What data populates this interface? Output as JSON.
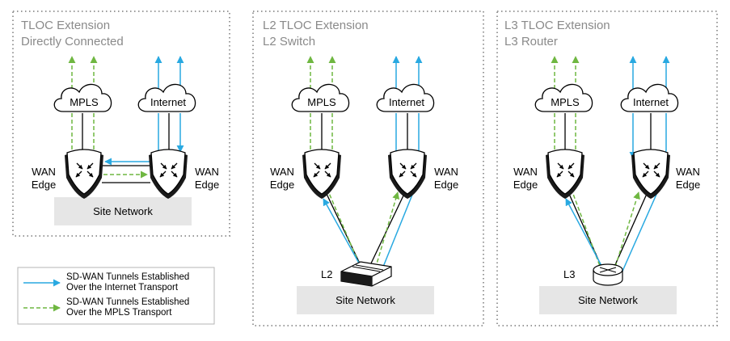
{
  "panels": [
    {
      "title_line1": "TLOC Extension",
      "title_line2": "Directly Connected",
      "cloud_left": "MPLS",
      "cloud_right": "Internet",
      "edge_left_1": "WAN",
      "edge_left_2": "Edge",
      "edge_right_1": "WAN",
      "edge_right_2": "Edge",
      "site": "Site Network"
    },
    {
      "title_line1": "L2 TLOC Extension",
      "title_line2": "L2 Switch",
      "cloud_left": "MPLS",
      "cloud_right": "Internet",
      "edge_left_1": "WAN",
      "edge_left_2": "Edge",
      "edge_right_1": "WAN",
      "edge_right_2": "Edge",
      "device_label": "L2",
      "site": "Site Network"
    },
    {
      "title_line1": "L3 TLOC Extension",
      "title_line2": "L3 Router",
      "cloud_left": "MPLS",
      "cloud_right": "Internet",
      "edge_left_1": "WAN",
      "edge_left_2": "Edge",
      "edge_right_1": "WAN",
      "edge_right_2": "Edge",
      "device_label": "L3",
      "site": "Site Network"
    }
  ],
  "legend": {
    "internet_line1": "SD-WAN Tunnels Established",
    "internet_line2": "Over the Internet Transport",
    "mpls_line1": "SD-WAN Tunnels Established",
    "mpls_line2": "Over the MPLS Transport"
  },
  "colors": {
    "internet": "#29a9e1",
    "mpls": "#6fb741",
    "dotted_border": "#9a9a9a",
    "site_box": "#e6e6e6"
  },
  "icons": [
    "cloud-icon",
    "wan-edge-router-icon",
    "l2-switch-icon",
    "l3-router-icon"
  ]
}
